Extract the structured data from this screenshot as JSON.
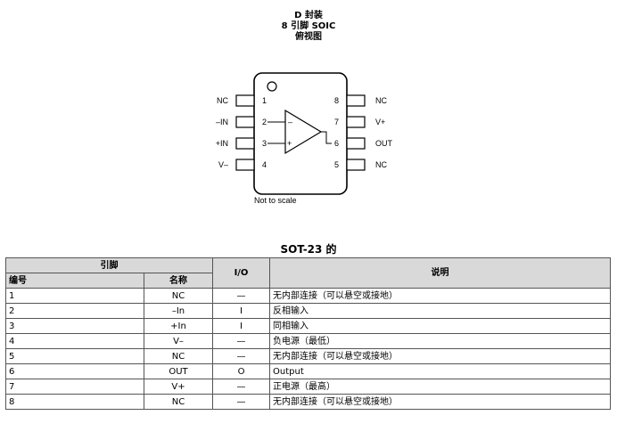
{
  "header": {
    "line1": "D 封装",
    "line2": "8 引脚 SOIC",
    "line3": "俯视图"
  },
  "diagram": {
    "left_pins": [
      {
        "label": "NC",
        "num": "1"
      },
      {
        "label": "–IN",
        "num": "2"
      },
      {
        "label": "+IN",
        "num": "3"
      },
      {
        "label": "V–",
        "num": "4"
      }
    ],
    "right_pins": [
      {
        "label": "NC",
        "num": "8"
      },
      {
        "label": "V+",
        "num": "7"
      },
      {
        "label": "OUT",
        "num": "6"
      },
      {
        "label": "NC",
        "num": "5"
      }
    ],
    "minus_sign": "–",
    "plus_sign": "+",
    "note": "Not to scale"
  },
  "table": {
    "title": "SOT-23 的",
    "headers": {
      "pin_group": "引脚",
      "io": "I/O",
      "desc": "说明",
      "num": "编号",
      "name": "名称"
    },
    "rows": [
      {
        "num": "1",
        "name": "NC",
        "io": "—",
        "desc": "无内部连接（可以悬空或接地）"
      },
      {
        "num": "2",
        "name": "–In",
        "io": "I",
        "desc": "反相输入"
      },
      {
        "num": "3",
        "name": "+In",
        "io": "I",
        "desc": "同相输入"
      },
      {
        "num": "4",
        "name": "V–",
        "io": "—",
        "desc": "负电源（最低）"
      },
      {
        "num": "5",
        "name": "NC",
        "io": "—",
        "desc": "无内部连接（可以悬空或接地）"
      },
      {
        "num": "6",
        "name": "OUT",
        "io": "O",
        "desc": "Output"
      },
      {
        "num": "7",
        "name": "V+",
        "io": "—",
        "desc": "正电源（最高）"
      },
      {
        "num": "8",
        "name": "NC",
        "io": "—",
        "desc": "无内部连接（可以悬空或接地）"
      }
    ]
  }
}
